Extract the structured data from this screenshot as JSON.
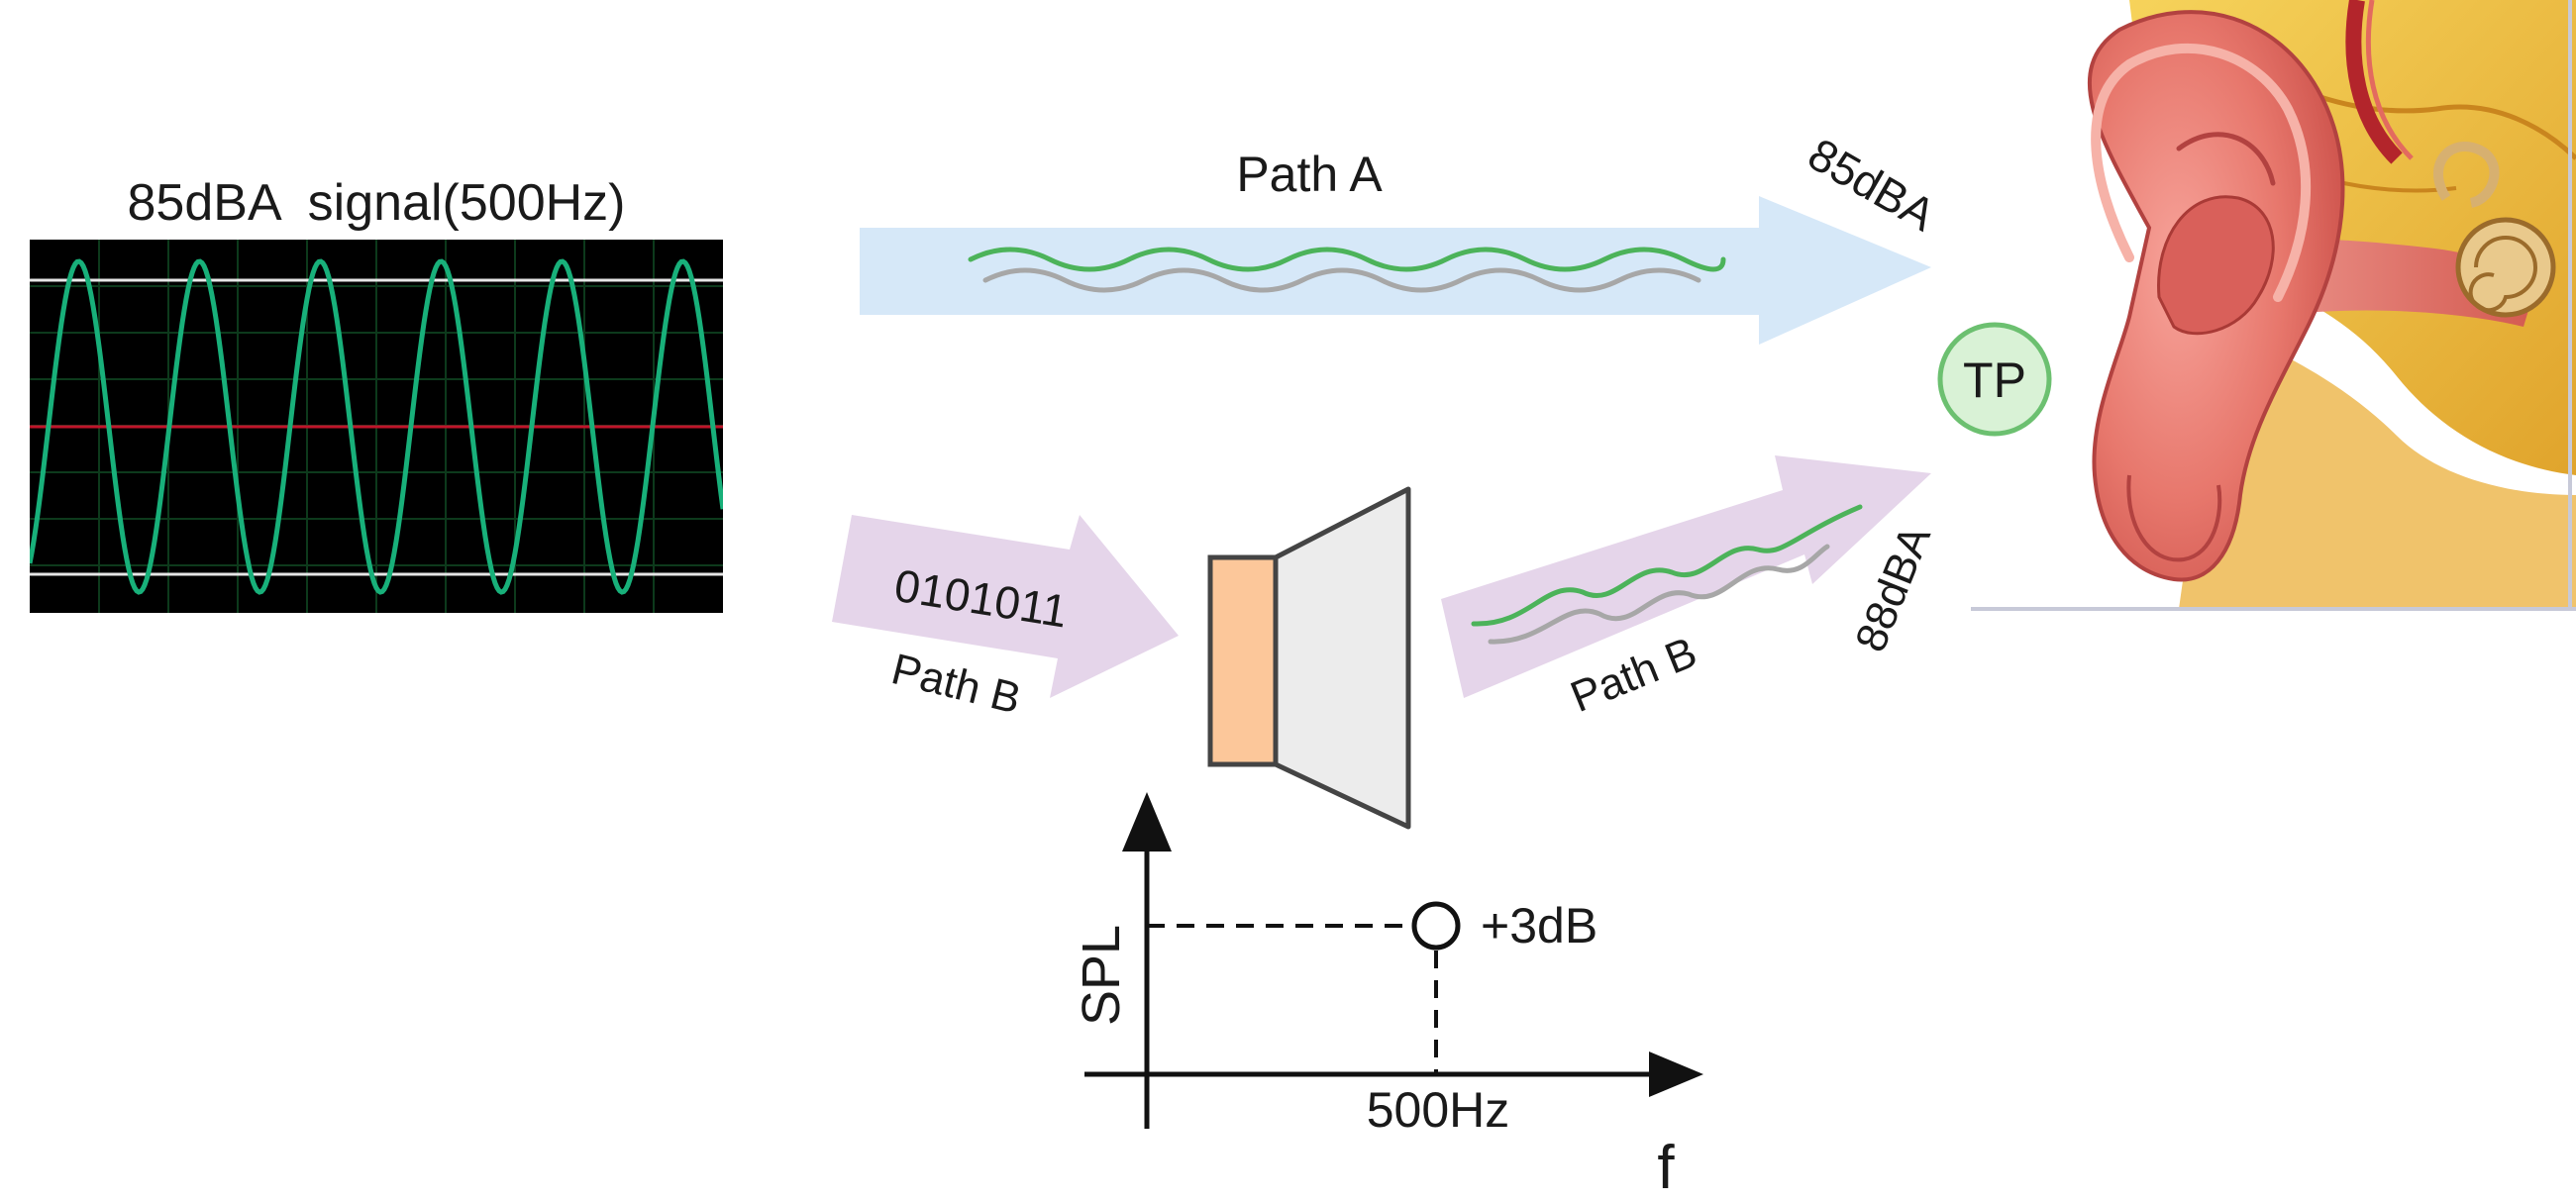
{
  "oscilloscope": {
    "caption": "85dBA  signal(500Hz)",
    "background": "#000000",
    "trace_color": "#18b07a",
    "center_line_color": "#c0142a",
    "ref_line_color": "#e6e6e6",
    "cycles": 6
  },
  "path_a": {
    "label": "Path A",
    "level": "85dBA",
    "arrow_color": "#d6e8f8"
  },
  "path_b": {
    "input_label": "Path B",
    "bits": "0101011",
    "output_label": "Path B",
    "level": "88dBA",
    "arrow_color": "#e5d5ea"
  },
  "speaker": {
    "magnet_color": "#fcc79a",
    "cone_color": "#ececec"
  },
  "wave_colors": {
    "primary": "#4cb35a",
    "shadow": "#a7a7a7"
  },
  "ear": {
    "tp_label": "TP",
    "tp_fill": "#d9f2d6",
    "tp_stroke": "#6cc070"
  },
  "spl_plot": {
    "y_label": "SPL",
    "x_label": "f",
    "point_freq_label": "500Hz",
    "point_gain_label": "+3dB"
  }
}
